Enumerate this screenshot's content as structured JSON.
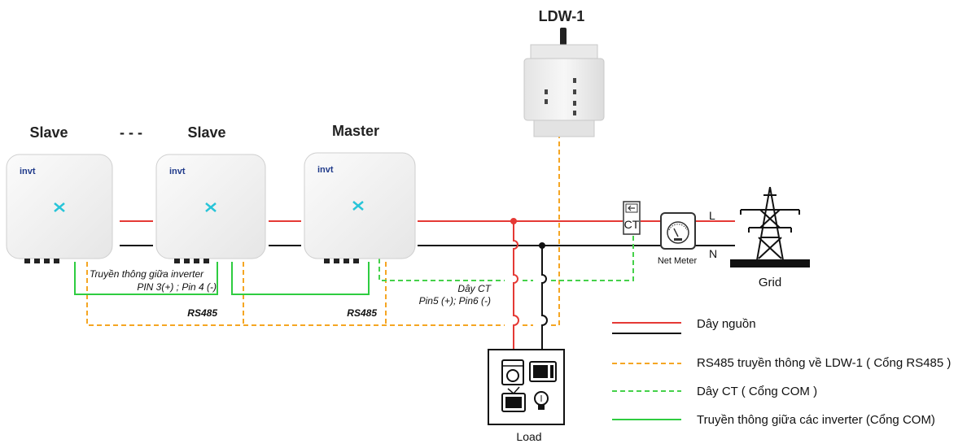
{
  "devices": {
    "slave1_label": "Slave",
    "dots": "- - -",
    "slave2_label": "Slave",
    "master_label": "Master",
    "ldw_label": "LDW-1",
    "brand": "invt",
    "ct_label": "CT",
    "meter_label": "Net Meter",
    "grid_label": "Grid",
    "load_label": "Load",
    "line_l": "L",
    "line_n": "N"
  },
  "annotations": {
    "comm_line1": "Truyền thông giữa inverter",
    "comm_line2": "PIN 3(+) ; Pin 4 (-)",
    "rs485_left": "RS485",
    "rs485_right": "RS485",
    "ct_line1": "Dây CT",
    "ct_line2": "Pin5 (+); Pin6 (-)"
  },
  "legend": [
    {
      "label": "Dây nguồn"
    },
    {
      "label": "RS485 truyền thông về LDW-1 ( Cổng RS485 )"
    },
    {
      "label": "Dây CT ( Cổng COM )"
    },
    {
      "label": "Truyền thông giữa các inverter (Cổng COM)"
    }
  ],
  "colors": {
    "power_red": "#e53935",
    "power_black": "#111111",
    "rs485_orange": "#f5a623",
    "ct_green": "#45d14a",
    "comm_green": "#2ecc40",
    "inverter_body": "#f2f2f2",
    "accent_cyan": "#27c4d8"
  }
}
